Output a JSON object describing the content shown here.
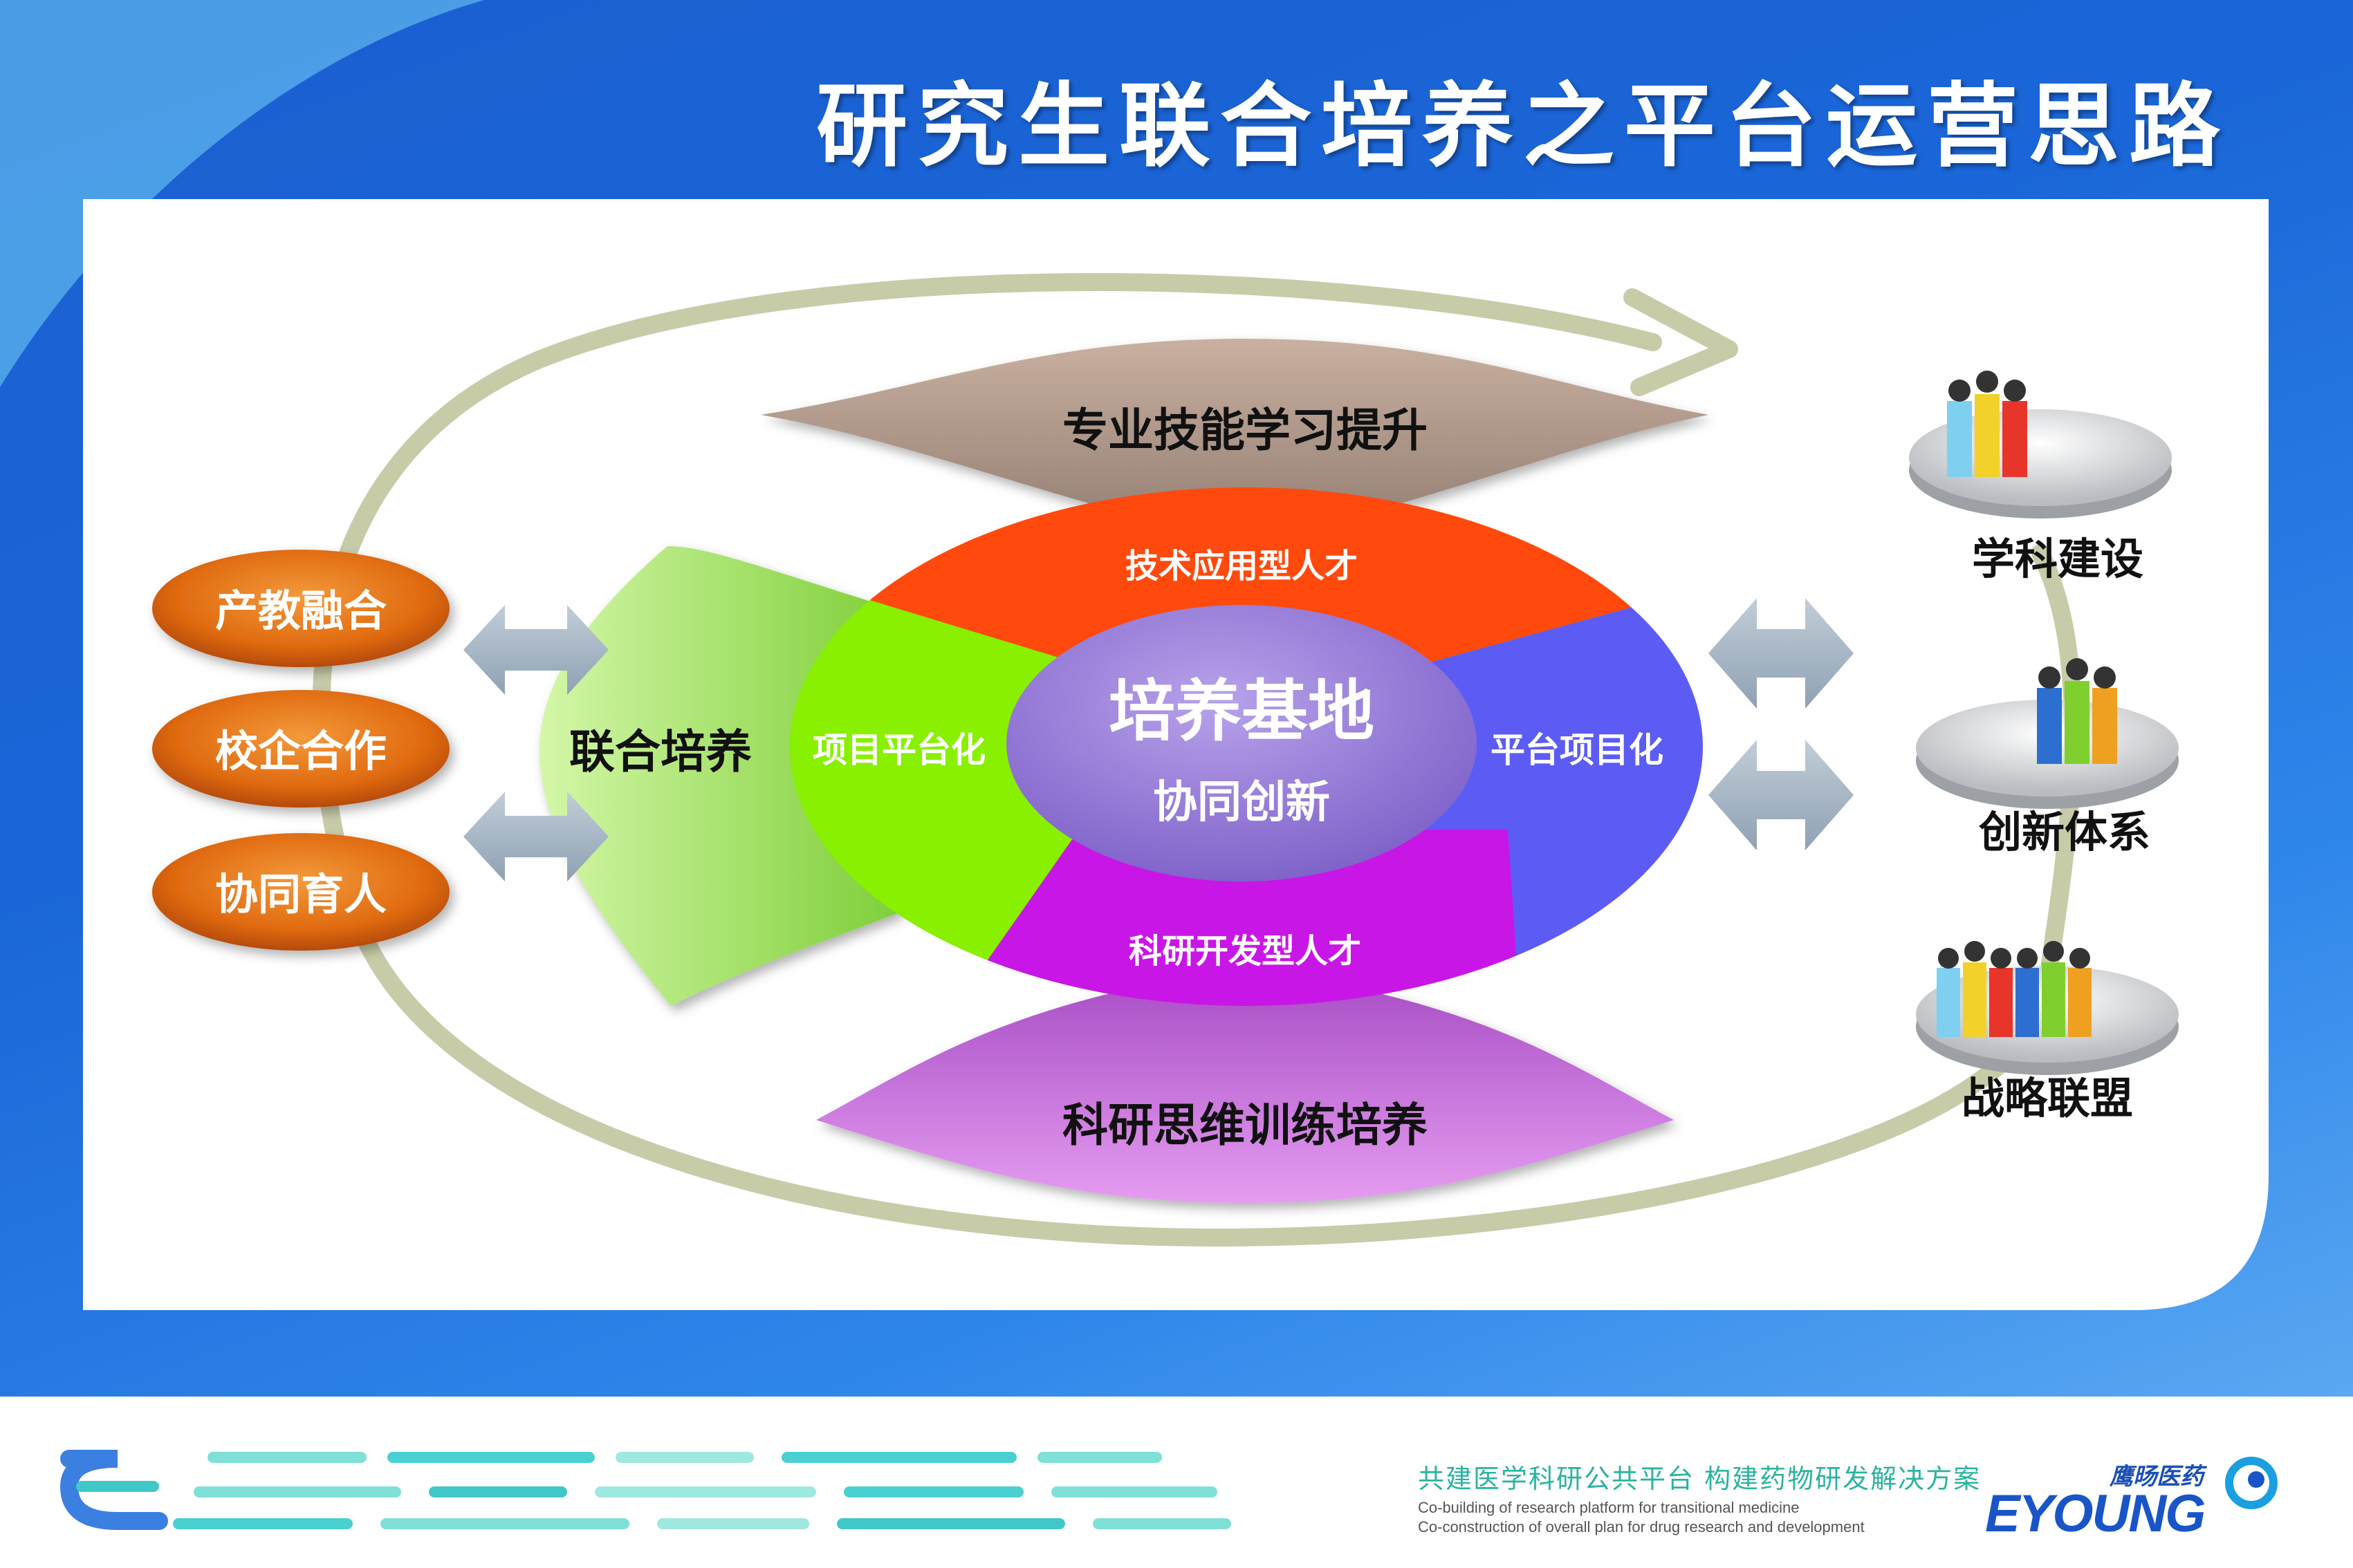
{
  "title": "研究生联合培养之平台运营思路",
  "colors": {
    "background": "#1a66d8",
    "orange_node": "#e0690f",
    "green_quadrant": "#88f000",
    "red_quadrant": "#ff4a0a",
    "blue_quadrant": "#5b5cf5",
    "magenta_quadrant": "#c814e6",
    "center": "#9a7fd6",
    "cycle_arrow": "#c8cba8",
    "connector_arrow": "#9fb0bf"
  },
  "left_nodes": [
    "产教融合",
    "校企合作",
    "协同育人"
  ],
  "joint_training": "联合培养",
  "top_wing": "专业技能学习提升",
  "bottom_wing": "科研思维训练培养",
  "quadrants": {
    "top": "技术应用型人才",
    "left": "项目平台化",
    "right": "平台项目化",
    "bottom": "科研开发型人才"
  },
  "center": {
    "title": "培养基地",
    "subtitle": "协同创新"
  },
  "right_nodes": [
    {
      "label": "学科建设",
      "icon": "team-small-icon"
    },
    {
      "label": "创新体系",
      "icon": "team-small-icon"
    },
    {
      "label": "战略联盟",
      "icon": "team-large-icon"
    }
  ],
  "footer": {
    "slogan_cn": "共建医学科研公共平台 构建药物研发解决方案",
    "slogan_en_1": "Co-building of research platform for transitional medicine",
    "slogan_en_2": "Co-construction of overall plan for drug research and development",
    "brand_cn": "鹰旸医药",
    "brand_en": "EYOUNG"
  }
}
